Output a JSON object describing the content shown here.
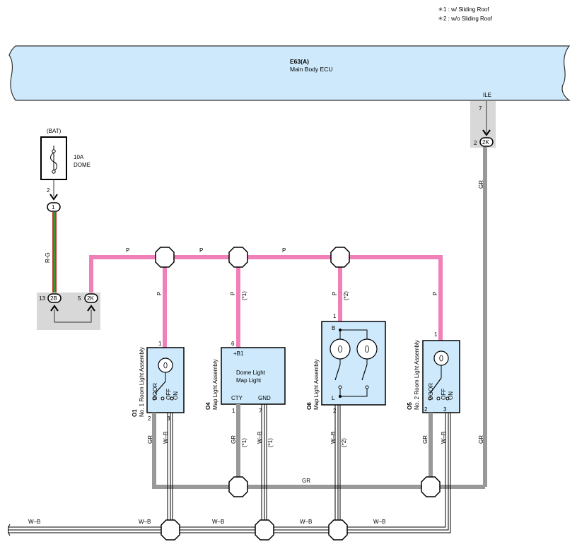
{
  "notes": {
    "note1": "＊1 : w/ Sliding Roof",
    "note2": "＊2 : w/o Sliding Roof"
  },
  "ecu": {
    "id": "E63(A)",
    "name": "Main Body ECU",
    "terminal": "ILE",
    "pin": "7"
  },
  "connector_2k_top": {
    "label": "2K",
    "pin": "2"
  },
  "fuse": {
    "source": "(BAT)",
    "rating": "10A",
    "name": "DOME",
    "pin": "2",
    "conn": "1"
  },
  "junction": {
    "left_label": "2B",
    "left_pin": "13",
    "right_label": "2K",
    "right_pin": "5"
  },
  "wires": {
    "rg": "R-G",
    "p": "P",
    "gr": "GR",
    "wb": "W–B"
  },
  "notes_marks": {
    "m1": "(*1)",
    "m2": "(*2)"
  },
  "o1": {
    "id": "O1",
    "name": "No. 1 Room Light Assembly",
    "pin_top": "1",
    "pin_b1": "2",
    "pin_b2": "3",
    "sw_door": "DOOR",
    "sw_off": "OFF",
    "sw_on": "ON"
  },
  "o4": {
    "id": "O4",
    "name": "Map Light Assembly",
    "pin_top": "6",
    "term_top": "+B1",
    "line1": "Dome Light",
    "line2": "Map Light",
    "term_cty": "CTY",
    "term_gnd": "GND",
    "pin_b1": "1",
    "pin_b2": "7"
  },
  "o6": {
    "id": "O6",
    "name": "Map Light Assembly",
    "pin_top": "1",
    "term_b": "B",
    "term_l": "L",
    "pin_b1": "2"
  },
  "o5": {
    "id": "O5",
    "name": "No. 2 Room Light Assembly",
    "pin_top": "1",
    "pin_b1": "2",
    "pin_b2": "3",
    "sw_door": "DOOR",
    "sw_off": "OFF",
    "sw_on": "ON"
  },
  "colors": {
    "ecu_fill": "#cde9fb",
    "pink_wire": "#f080b8",
    "gray_wire": "#999999",
    "connector_bg": "#d8d8d8",
    "rg_red": "#b83a2a",
    "rg_green": "#3a9a3a"
  }
}
